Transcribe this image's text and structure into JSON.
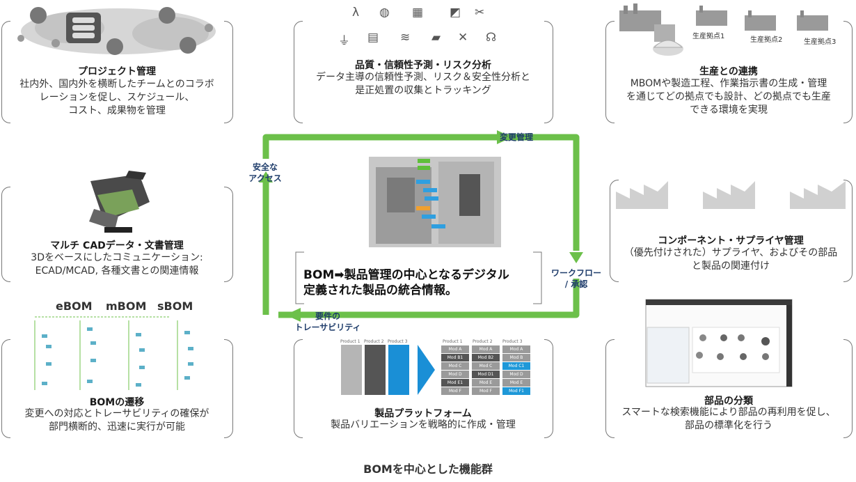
{
  "panels": {
    "project": {
      "title": "プロジェクト管理",
      "desc": "社内外、国内外を横断したチームとのコラボ\nレーションを促し、スケジュール、\nコスト、成果物を管理"
    },
    "quality": {
      "title": "品質・信頼性予測・リスク分析",
      "desc": "データ主導の信頼性予測、リスク＆安全性分析と\n是正処置の収集とトラッキング"
    },
    "production": {
      "title": "生産との連携",
      "desc": "MBOMや製造工程、作業指示書の生成・管理\nを通じてどの拠点でも設計、どの拠点でも生産\nできる環境を実現",
      "sites": [
        "生産拠点1",
        "生産拠点2",
        "生産拠点3"
      ]
    },
    "multicad": {
      "title": "マルチ CADデータ・文書管理",
      "desc": "3Dをベースにしたコミュニケーション:\nECAD/MCAD, 各種文書との関連情報"
    },
    "supplier": {
      "title": "コンポーネント・サプライヤ管理",
      "desc": "（優先付けされた）サプライヤ、およびその部品\nと製品の関連付け"
    },
    "bomtransition": {
      "title": "BOMの遷移",
      "desc": "変更への対応とトレーサビリティの確保が\n部門横断的、迅速に実行が可能",
      "headers": [
        "eBOM",
        "mBOM",
        "sBOM"
      ]
    },
    "platform": {
      "title": "製品プラットフォーム",
      "desc": "製品バリエーションを戦略的に作成・管理",
      "products": [
        "Product 1",
        "Product 2",
        "Product 3"
      ],
      "table": [
        [
          "Mod A",
          "Mod A",
          "Mod A"
        ],
        [
          "Mod B1",
          "Mod B2",
          "Mod B"
        ],
        [
          "Mod C",
          "Mod C",
          "Mod C1"
        ],
        [
          "Mod D",
          "Mod D1",
          "Mod D"
        ],
        [
          "Mod E1",
          "Mod E",
          "Mod E"
        ],
        [
          "Mod F",
          "Mod F",
          "Mod F1"
        ]
      ]
    },
    "classification": {
      "title": "部品の分類",
      "desc": "スマートな検索機能により部品の再利用を促し、\n部品の標準化を行う"
    }
  },
  "cycle_labels": {
    "change": "変更管理",
    "access": "安全な\nアクセス",
    "workflow": "ワークフロー\n/ 承認",
    "trace": "要件の\nトレーサビリティ"
  },
  "center": {
    "text": "BOM➡製品管理の中心となるデジタル\n定義された製品の統合情報。"
  },
  "footer": {
    "title": "BOMを中心とした機能群"
  },
  "colors": {
    "cycle_green": "#6cc04a",
    "label_blue": "#1f3d6b",
    "platform_blue": "#1a8fd6",
    "mod_dark": "#555555",
    "mod_light": "#9a9a9a",
    "mod_blue": "#1e98d8"
  }
}
